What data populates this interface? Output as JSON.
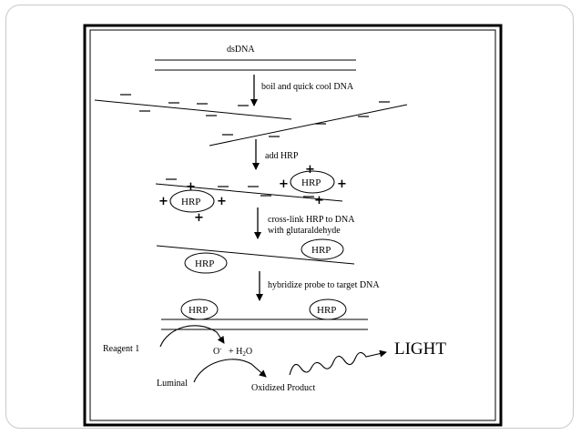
{
  "title": "dsDNA",
  "steps": {
    "step1": "boil and quick cool DNA",
    "step2": "add HRP",
    "step3_line1": "cross-link HRP to DNA",
    "step3_line2": "with glutaraldehyde",
    "step4": "hybridize probe to target DNA"
  },
  "labels": {
    "hrp": "HRP",
    "plus": "+",
    "reagent": "Reagent 1",
    "luminal": "Luminal",
    "oxygen": "O",
    "oxygen_sup": "-",
    "water_prefix": "+ H",
    "water_sub": "2",
    "water_suffix": "O",
    "product": "Oxidized Product",
    "light": "LIGHT"
  }
}
